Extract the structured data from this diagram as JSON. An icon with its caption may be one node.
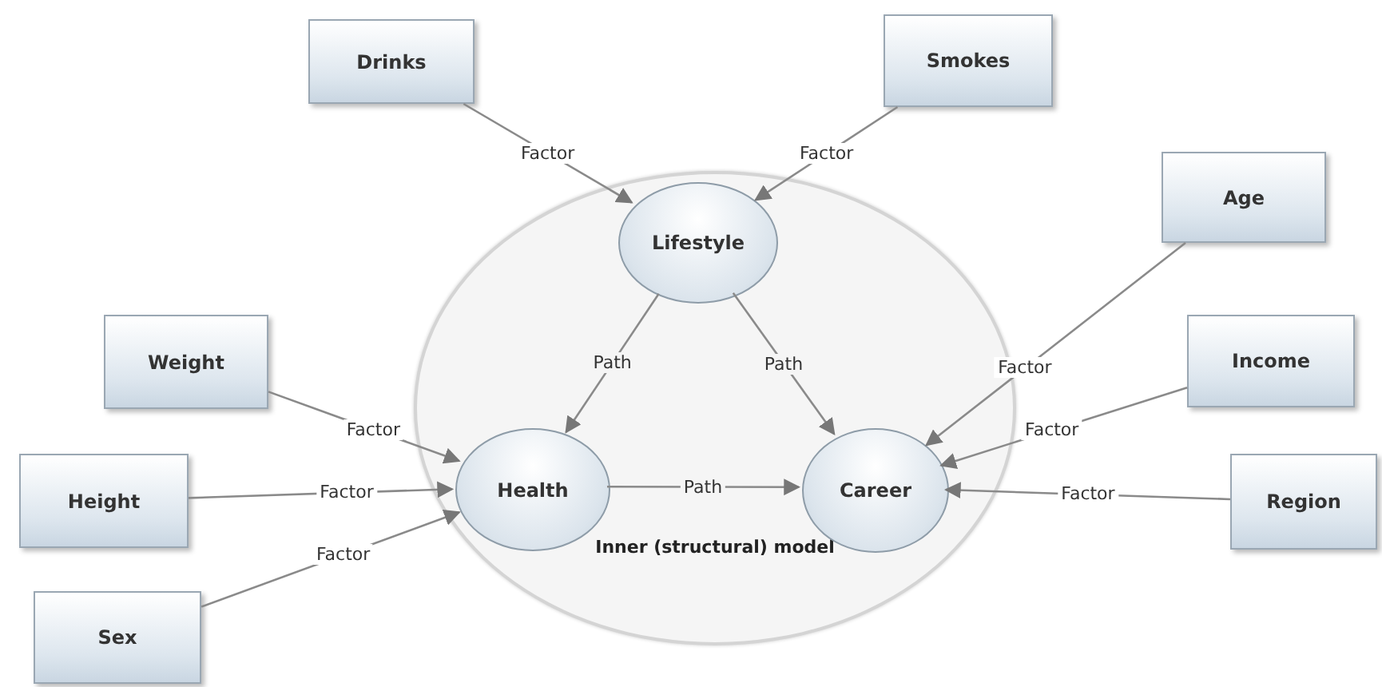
{
  "diagram": {
    "nodes": [
      {
        "text": [
          "Inner (structural) model"
        ]
      },
      {
        "text": [
          "Lifestyle"
        ],
        "in": 0
      },
      {
        "text": [
          "Health"
        ],
        "in": 0
      },
      {
        "text": [
          "Career"
        ],
        "in": 0
      },
      {
        "text": [
          "Drinks"
        ]
      },
      {
        "text": [
          "Smokes"
        ]
      },
      {
        "text": [
          "Age"
        ]
      },
      {
        "text": [
          "Weight"
        ]
      },
      {
        "text": [
          "Income"
        ]
      },
      {
        "text": [
          "Height"
        ]
      },
      {
        "text": [
          "Region"
        ]
      },
      {
        "text": [
          "Sex"
        ]
      }
    ],
    "edges": [
      {
        "from": 4,
        "to": 1,
        "arrow": "to",
        "label": "Factor"
      },
      {
        "from": 5,
        "to": 1,
        "arrow": "to",
        "label": "Factor"
      },
      {
        "from": 1,
        "to": 2,
        "arrow": "to",
        "label": "Path"
      },
      {
        "from": 1,
        "to": 3,
        "arrow": "to",
        "label": "Path"
      },
      {
        "from": 6,
        "to": 3,
        "arrow": "to",
        "label": "Factor"
      },
      {
        "from": 7,
        "to": 2,
        "arrow": "to",
        "label": "Factor"
      },
      {
        "from": 8,
        "to": 3,
        "arrow": "to",
        "label": "Factor"
      },
      {
        "from": 9,
        "to": 2,
        "arrow": "to",
        "label": "Factor"
      },
      {
        "from": 2,
        "to": 3,
        "arrow": "to",
        "label": "Path"
      },
      {
        "from": 10,
        "to": 3,
        "arrow": "to",
        "label": "Factor"
      },
      {
        "from": 11,
        "to": 2,
        "arrow": "to",
        "label": "Factor"
      }
    ]
  }
}
